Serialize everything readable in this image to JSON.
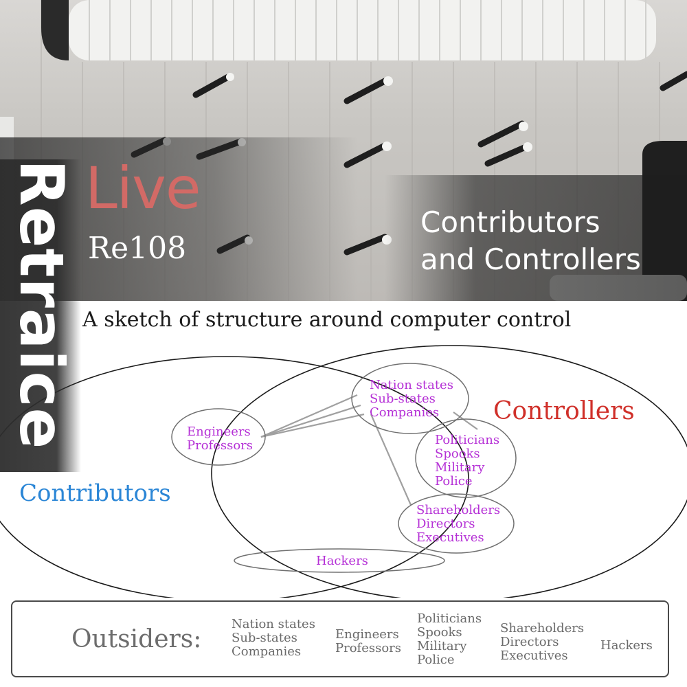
{
  "banner": {
    "brand_live": "Live",
    "brand_code": "Re108",
    "title_line1": "Contributors",
    "title_line2": "and Controllers"
  },
  "side_tab": {
    "text": "Retraice"
  },
  "diagram": {
    "subtitle": "A sketch of structure around computer control",
    "contributors_label": "Contributors",
    "controllers_label": "Controllers",
    "groups": {
      "states": [
        "Nation states",
        "Sub-states",
        "Companies"
      ],
      "academics": [
        "Engineers",
        "Professors"
      ],
      "officials": [
        "Politicians",
        "Spooks",
        "Military",
        "Police"
      ],
      "business": [
        "Shareholders",
        "Directors",
        "Executives"
      ],
      "hackers": [
        "Hackers"
      ]
    }
  },
  "outsiders": {
    "title": "Outsiders:",
    "states": [
      "Nation states",
      "Sub-states",
      "Companies"
    ],
    "academics": [
      "Engineers",
      "Professors"
    ],
    "officials": [
      "Politicians",
      "Spooks",
      "Military",
      "Police"
    ],
    "business": [
      "Shareholders",
      "Directors",
      "Executives"
    ],
    "hackers": [
      "Hackers"
    ]
  },
  "colors": {
    "live": "#d26a66",
    "contributors": "#2b86d6",
    "controllers": "#d0302a",
    "group_text": "#b530d6",
    "outsider_text": "#6a6a6a"
  }
}
